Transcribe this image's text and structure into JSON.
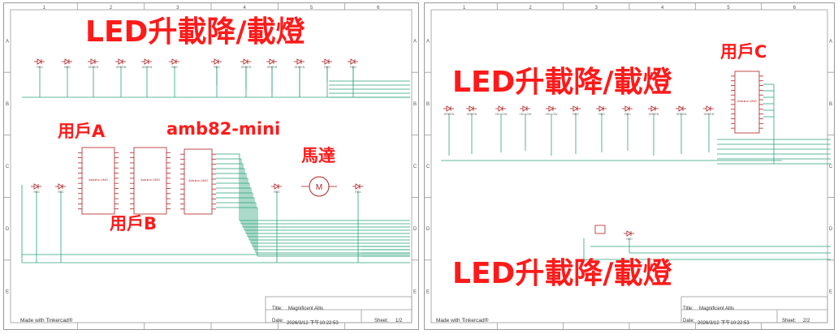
{
  "sheets": [
    {
      "annotations": {
        "title": "LED升載降/載燈",
        "user_a": "用戶A",
        "user_b": "用戶B",
        "mcu": "amb82-mini",
        "motor": "馬達",
        "motor_symbol": "M"
      },
      "made_with": "Made with Tinkercad®",
      "title_label": "Title:",
      "title_value": "Magnificent Allis",
      "date_label": "Date:",
      "date_value": "2026/3/12 下午10:22:53",
      "sheet_label": "Sheet:",
      "sheet_value": "1/2",
      "col_numbers": [
        "1",
        "2",
        "3",
        "4",
        "5",
        "6"
      ],
      "row_letters": [
        "A",
        "B",
        "C",
        "D",
        "E"
      ],
      "led_colors": [
        "RED",
        "RED",
        "GREEN",
        "GREEN",
        "GREEN",
        "RED",
        "RED",
        "GREEN",
        "GREEN",
        "GREEN"
      ],
      "board_label": "Arduino UNO"
    },
    {
      "annotations": {
        "title_top": "LED升載降/載燈",
        "user_c": "用戶C",
        "title_bottom": "LED升載降/載燈"
      },
      "made_with": "Made with Tinkercad®",
      "title_label": "Title:",
      "title_value": "Magnificent Allis",
      "date_label": "Date:",
      "date_value": "2026/3/12 下午10:22:53",
      "sheet_label": "Sheet:",
      "sheet_value": "2/2",
      "col_numbers": [
        "1",
        "2",
        "3",
        "4",
        "5",
        "6"
      ],
      "row_letters": [
        "A",
        "B",
        "C",
        "D",
        "E"
      ],
      "led_colors": [
        "GREEN",
        "GREEN",
        "YELLOW",
        "YELLOW",
        "YELLOW",
        "RED",
        "RED",
        "RED",
        "GREEN",
        "GREEN",
        "GREEN"
      ],
      "board_label": "Arduino UNO"
    }
  ],
  "colors": {
    "annotation": "#ff1a1a",
    "wire": "#2aa37a",
    "component": "#b22222",
    "frame": "#9a9a9a"
  }
}
